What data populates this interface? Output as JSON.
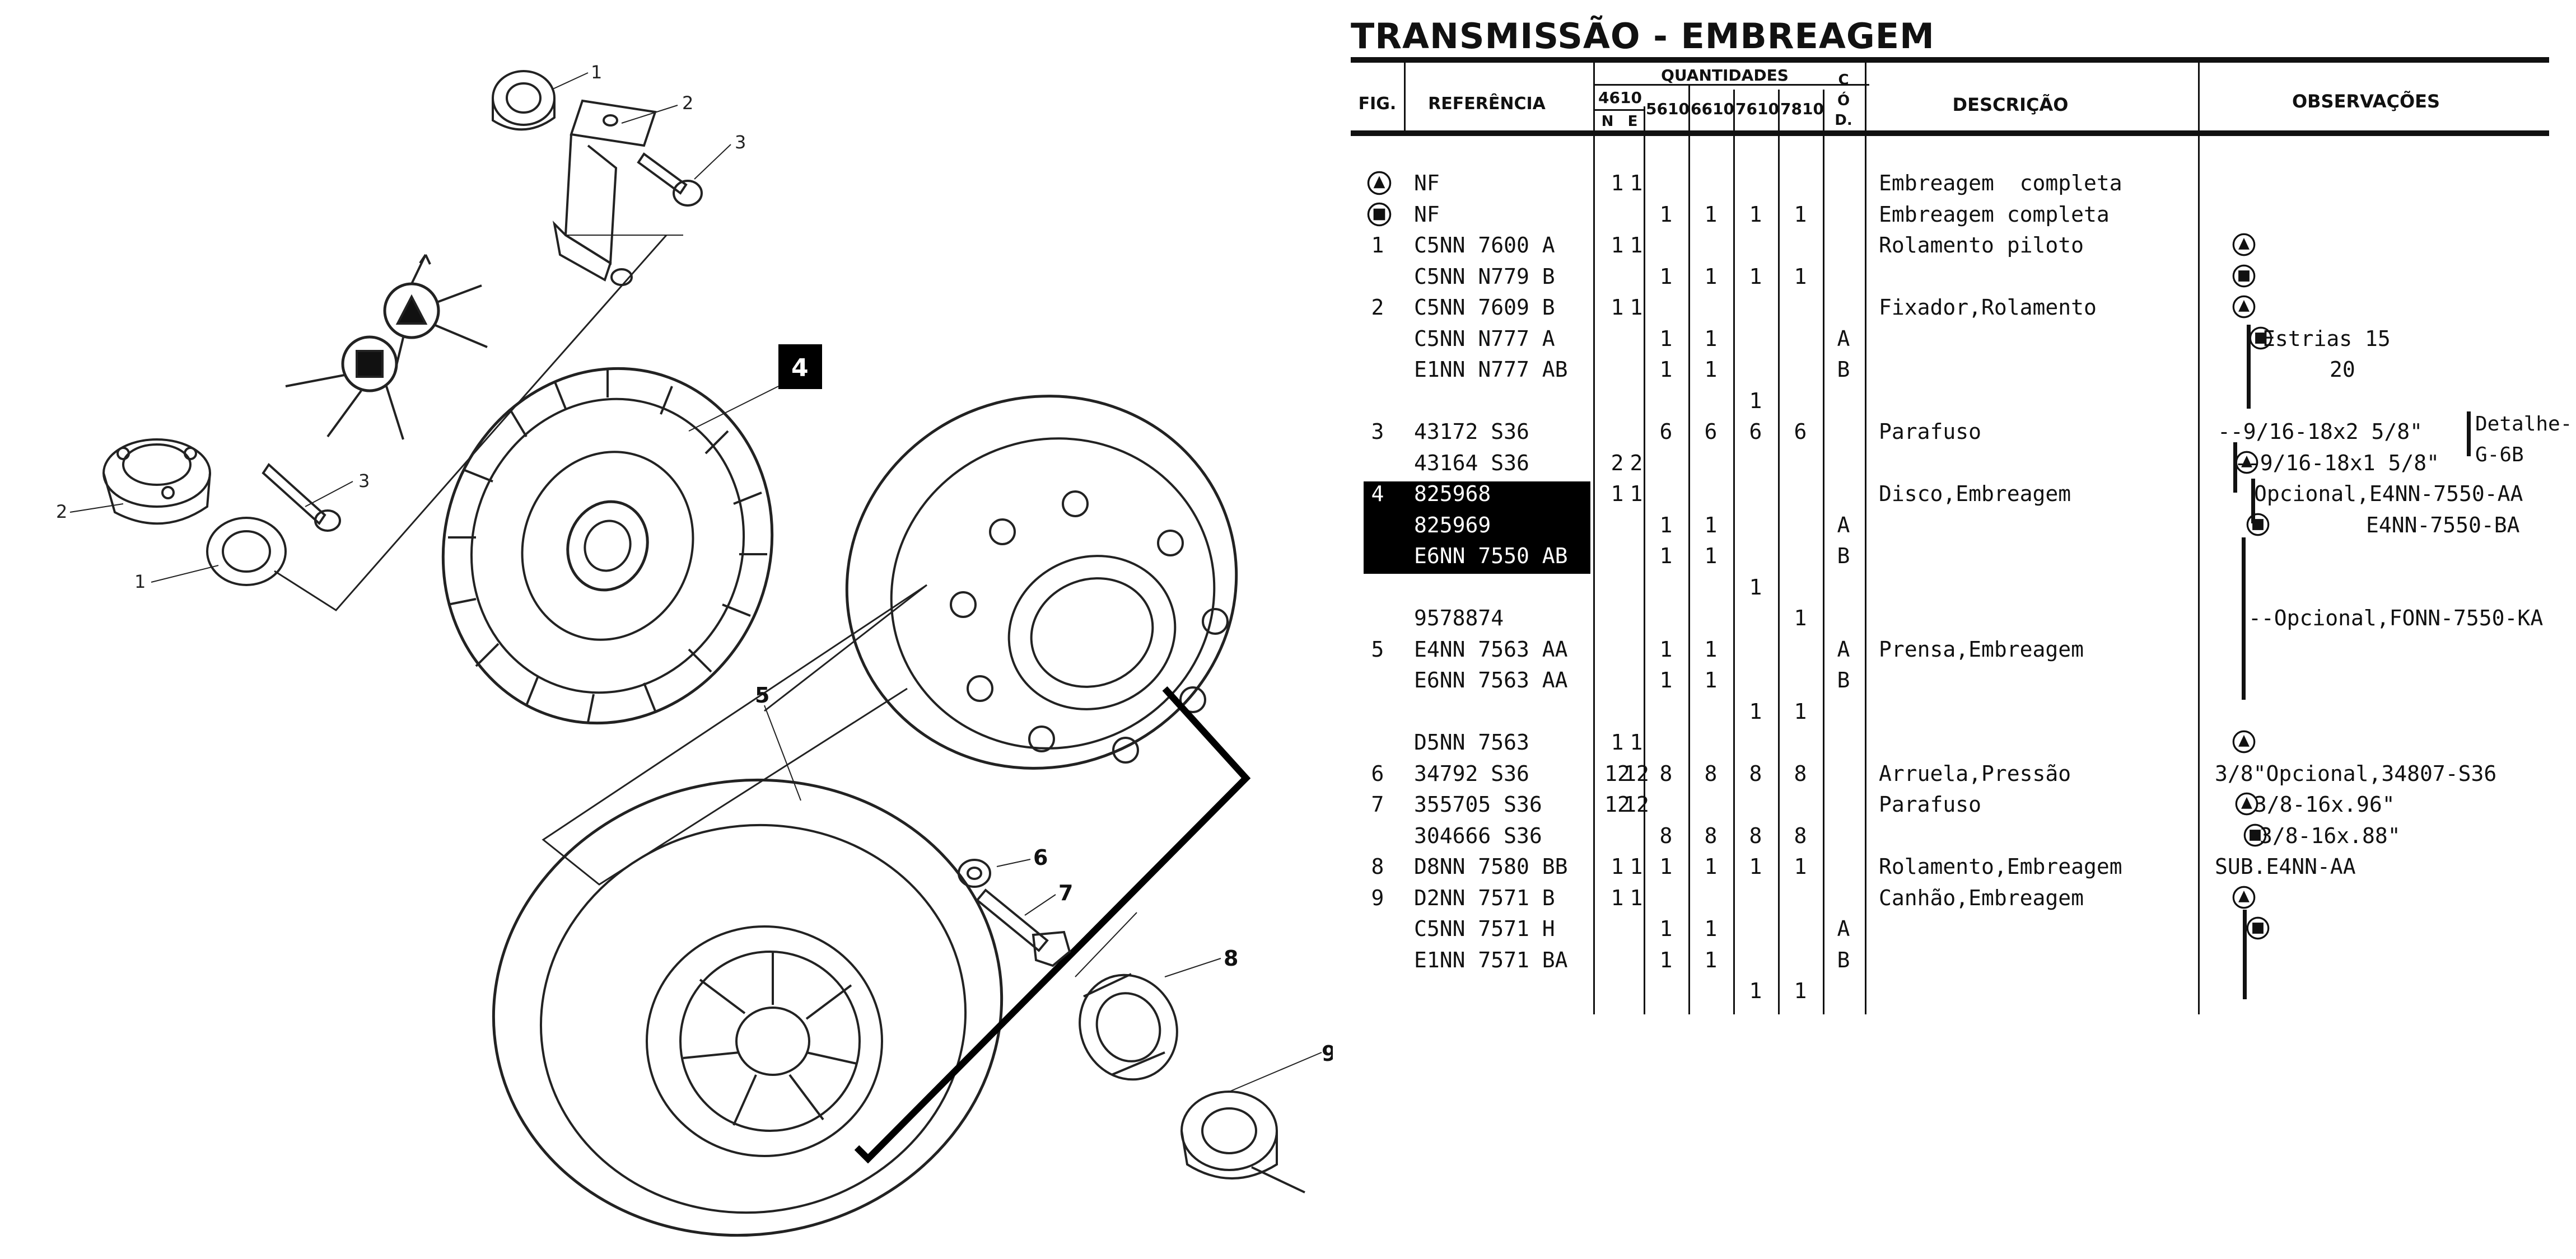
{
  "title": "TRANSMISSÃO - EMBREAGEM",
  "headers": {
    "fig": "FIG.",
    "referencia": "REFERÊNCIA",
    "quantidades": "QUANTIDADES",
    "model_4610": "4610",
    "n": "N",
    "e": "E",
    "model_5610": "5610",
    "model_6610": "6610",
    "model_7610": "7610",
    "model_7810": "7810",
    "cod_c": "C",
    "cod_o": "Ó",
    "cod_d": "D.",
    "descricao": "DESCRIÇÃO",
    "observacoes": "OBSERVAÇÕES"
  },
  "rows": [
    {
      "fig": "▲",
      "ref": "NF",
      "n": "1",
      "e": "1",
      "q5610": "",
      "q6610": "",
      "q7610": "",
      "q7810": "",
      "cod": "",
      "desc": "Embreagem  completa",
      "obs": ""
    },
    {
      "fig": "■",
      "ref": "NF",
      "n": "",
      "e": "",
      "q5610": "1",
      "q6610": "1",
      "q7610": "1",
      "q7810": "1",
      "cod": "",
      "desc": "Embreagem completa",
      "obs": ""
    },
    {
      "fig": "1",
      "ref": "C5NN 7600 A",
      "n": "1",
      "e": "1",
      "q5610": "",
      "q6610": "",
      "q7610": "",
      "q7810": "",
      "cod": "",
      "desc": "Rolamento piloto",
      "obs": ""
    },
    {
      "fig": "",
      "ref": "C5NN N779 B",
      "n": "",
      "e": "",
      "q5610": "1",
      "q6610": "1",
      "q7610": "1",
      "q7810": "1",
      "cod": "",
      "desc": "",
      "obs": ""
    },
    {
      "fig": "2",
      "ref": "C5NN 7609 B",
      "n": "1",
      "e": "1",
      "q5610": "",
      "q6610": "",
      "q7610": "",
      "q7810": "",
      "cod": "",
      "desc": "Fixador,Rolamento",
      "obs": ""
    },
    {
      "fig": "",
      "ref": "C5NN N777 A",
      "n": "",
      "e": "",
      "q5610": "1",
      "q6610": "1",
      "q7610": "",
      "q7810": "",
      "cod": "A",
      "desc": "",
      "obs": "Estrias 15"
    },
    {
      "fig": "",
      "ref": "E1NN N777 AB",
      "n": "",
      "e": "",
      "q5610": "1",
      "q6610": "1",
      "q7610": "",
      "q7810": "",
      "cod": "B",
      "desc": "",
      "obs": "20"
    },
    {
      "fig": "",
      "ref": "",
      "n": "",
      "e": "",
      "q5610": "",
      "q6610": "",
      "q7610": "1",
      "q7810": "",
      "cod": "",
      "desc": "",
      "obs": ""
    },
    {
      "fig": "3",
      "ref": "43172 S36",
      "n": "",
      "e": "",
      "q5610": "6",
      "q6610": "6",
      "q7610": "6",
      "q7810": "6",
      "cod": "",
      "desc": "Parafuso",
      "obs": "--9/16-18x2 5/8\""
    },
    {
      "fig": "",
      "ref": "43164 S36",
      "n": "2",
      "e": "2",
      "q5610": "",
      "q6610": "",
      "q7610": "",
      "q7810": "",
      "cod": "",
      "desc": "",
      "obs": "--9/16-18x1 5/8\""
    },
    {
      "fig": "4",
      "ref": "825968",
      "n": "1",
      "e": "1",
      "q5610": "",
      "q6610": "",
      "q7610": "",
      "q7810": "",
      "cod": "",
      "desc": "Disco,Embreagem",
      "obs": "Opcional,E4NN-7550-AA"
    },
    {
      "fig": "",
      "ref": "825969",
      "n": "",
      "e": "",
      "q5610": "1",
      "q6610": "1",
      "q7610": "",
      "q7810": "",
      "cod": "A",
      "desc": "",
      "obs": "E4NN-7550-BA"
    },
    {
      "fig": "",
      "ref": "E6NN 7550 AB",
      "n": "",
      "e": "",
      "q5610": "1",
      "q6610": "1",
      "q7610": "",
      "q7810": "",
      "cod": "B",
      "desc": "",
      "obs": ""
    },
    {
      "fig": "",
      "ref": "",
      "n": "",
      "e": "",
      "q5610": "",
      "q6610": "",
      "q7610": "1",
      "q7810": "",
      "cod": "",
      "desc": "",
      "obs": ""
    },
    {
      "fig": "",
      "ref": "9578874",
      "n": "",
      "e": "",
      "q5610": "",
      "q6610": "",
      "q7610": "",
      "q7810": "1",
      "cod": "",
      "desc": "",
      "obs": "--Opcional,FONN-7550-KA"
    },
    {
      "fig": "5",
      "ref": "E4NN 7563 AA",
      "n": "",
      "e": "",
      "q5610": "1",
      "q6610": "1",
      "q7610": "",
      "q7810": "",
      "cod": "A",
      "desc": "Prensa,Embreagem",
      "obs": ""
    },
    {
      "fig": "",
      "ref": "E6NN 7563 AA",
      "n": "",
      "e": "",
      "q5610": "1",
      "q6610": "1",
      "q7610": "",
      "q7810": "",
      "cod": "B",
      "desc": "",
      "obs": ""
    },
    {
      "fig": "",
      "ref": "",
      "n": "",
      "e": "",
      "q5610": "",
      "q6610": "",
      "q7610": "1",
      "q7810": "1",
      "cod": "",
      "desc": "",
      "obs": ""
    },
    {
      "fig": "",
      "ref": "D5NN 7563",
      "n": "1",
      "e": "1",
      "q5610": "",
      "q6610": "",
      "q7610": "",
      "q7810": "",
      "cod": "",
      "desc": "",
      "obs": ""
    },
    {
      "fig": "6",
      "ref": "34792 S36",
      "n": "12",
      "e": "12",
      "q5610": "8",
      "q6610": "8",
      "q7610": "8",
      "q7810": "8",
      "cod": "",
      "desc": "Arruela,Pressão",
      "obs": "3/8\"Opcional,34807-S36"
    },
    {
      "fig": "7",
      "ref": "355705 S36",
      "n": "12",
      "e": "12",
      "q5610": "",
      "q6610": "",
      "q7610": "",
      "q7810": "",
      "cod": "",
      "desc": "Parafuso",
      "obs": "3/8-16x.96\""
    },
    {
      "fig": "",
      "ref": "304666 S36",
      "n": "",
      "e": "",
      "q5610": "8",
      "q6610": "8",
      "q7610": "8",
      "q7810": "8",
      "cod": "",
      "desc": "",
      "obs": "3/8-16x.88\""
    },
    {
      "fig": "8",
      "ref": "D8NN 7580 BB",
      "n": "1",
      "e": "1",
      "q5610": "1",
      "q6610": "1",
      "q7610": "1",
      "q7810": "1",
      "cod": "",
      "desc": "Rolamento,Embreagem",
      "obs": "SUB.E4NN-AA"
    },
    {
      "fig": "9",
      "ref": "D2NN 7571 B",
      "n": "1",
      "e": "1",
      "q5610": "",
      "q6610": "",
      "q7610": "",
      "q7810": "",
      "cod": "",
      "desc": "Canhão,Embreagem",
      "obs": ""
    },
    {
      "fig": "",
      "ref": "C5NN 7571 H",
      "n": "",
      "e": "",
      "q5610": "1",
      "q6610": "1",
      "q7610": "",
      "q7810": "",
      "cod": "A",
      "desc": "",
      "obs": ""
    },
    {
      "fig": "",
      "ref": "E1NN 7571 BA",
      "n": "",
      "e": "",
      "q5610": "1",
      "q6610": "1",
      "q7610": "",
      "q7810": "",
      "cod": "B",
      "desc": "",
      "obs": ""
    },
    {
      "fig": "",
      "ref": "",
      "n": "",
      "e": "",
      "q5610": "",
      "q6610": "",
      "q7610": "1",
      "q7810": "1",
      "cod": "",
      "desc": "",
      "obs": ""
    }
  ],
  "obs_extra": {
    "detalhe_1": "Detalhe-",
    "detalhe_2": "G-6B"
  },
  "diagram_labels": {
    "c1": "1",
    "c2": "2",
    "c3": "3",
    "l2": "2",
    "l3": "3",
    "l1": "1",
    "p4": "4",
    "p5": "5",
    "p6": "6",
    "p7": "7",
    "p8": "8",
    "p9": "9"
  }
}
